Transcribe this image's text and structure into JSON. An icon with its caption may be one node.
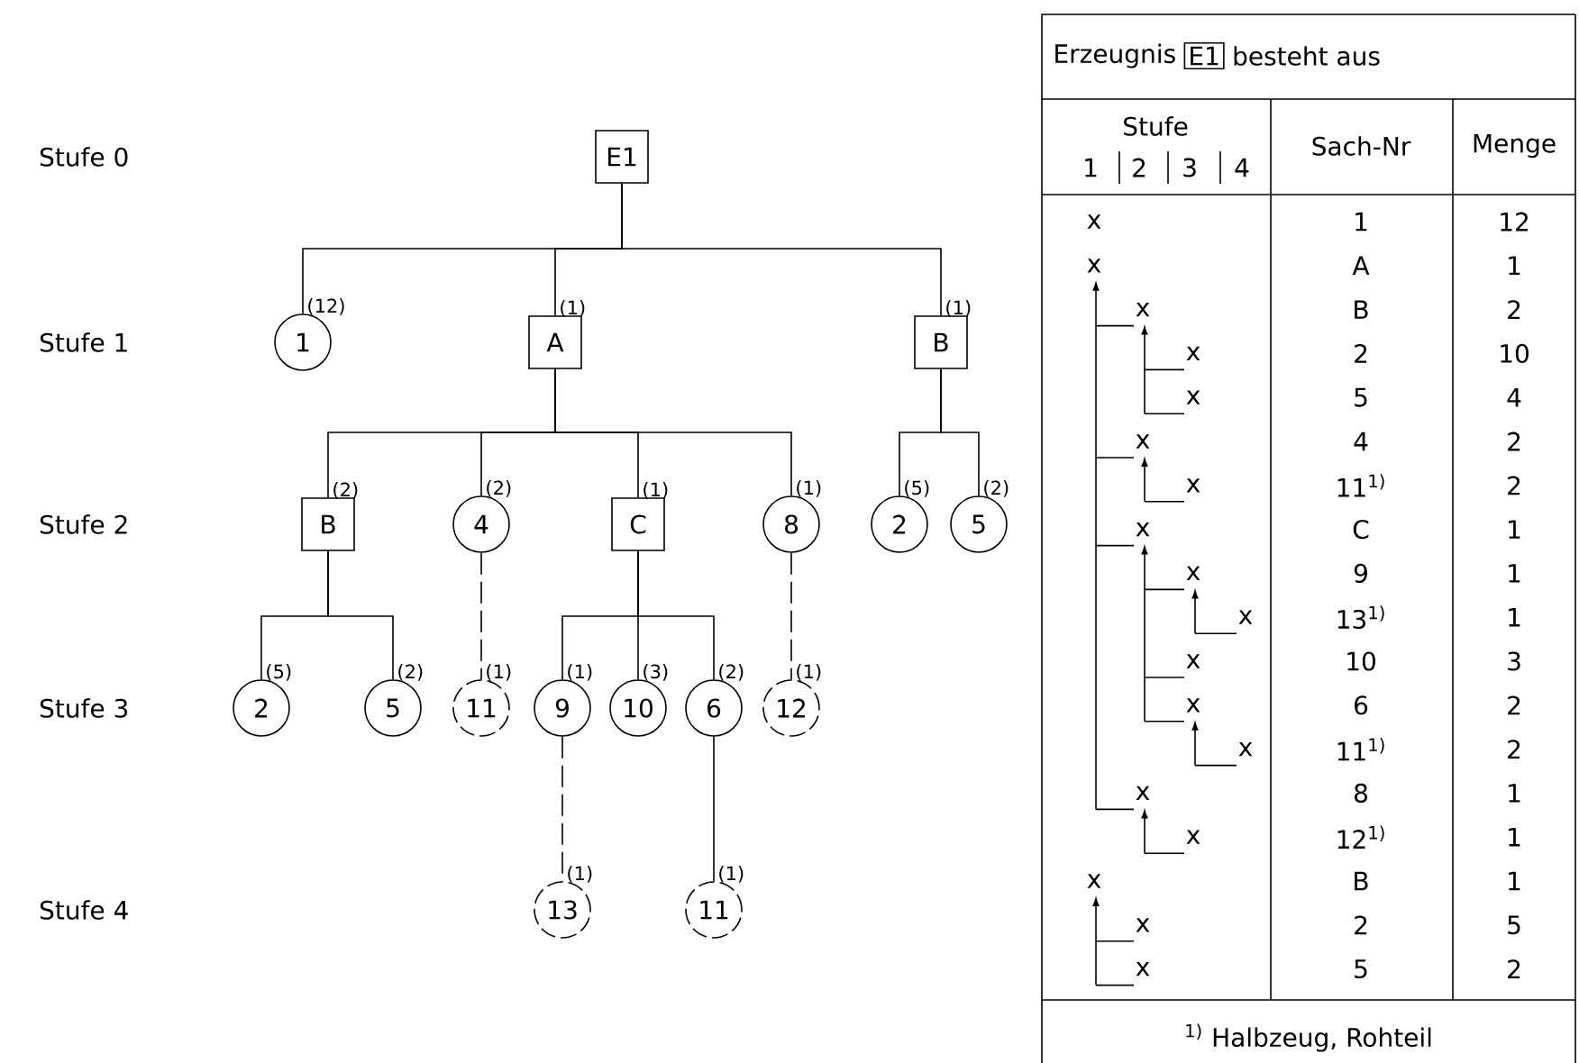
{
  "diagram": {
    "nodes": [
      {
        "text": [
          "E1"
        ]
      },
      {
        "text": [
          "1"
        ]
      },
      {
        "text": [
          "A"
        ]
      },
      {
        "text": [
          "B"
        ]
      },
      {
        "text": [
          "B"
        ]
      },
      {
        "text": [
          "4"
        ]
      },
      {
        "text": [
          "C"
        ]
      },
      {
        "text": [
          "8"
        ]
      },
      {
        "text": [
          "2"
        ]
      },
      {
        "text": [
          "5"
        ]
      },
      {
        "text": [
          "2"
        ]
      },
      {
        "text": [
          "5"
        ]
      },
      {
        "text": [
          "11"
        ]
      },
      {
        "text": [
          "9"
        ]
      },
      {
        "text": [
          "10"
        ]
      },
      {
        "text": [
          "6"
        ]
      },
      {
        "text": [
          "12"
        ]
      },
      {
        "text": [
          "13"
        ]
      },
      {
        "text": [
          "11"
        ]
      }
    ],
    "edges": [
      {
        "from": 0,
        "to": 1,
        "arrow": "none",
        "label": "(12)"
      },
      {
        "from": 0,
        "to": 2,
        "arrow": "none",
        "label": "(1)"
      },
      {
        "from": 0,
        "to": 3,
        "arrow": "none",
        "label": "(1)"
      },
      {
        "from": 2,
        "to": 4,
        "arrow": "none",
        "label": "(2)"
      },
      {
        "from": 2,
        "to": 5,
        "arrow": "none",
        "label": "(2)"
      },
      {
        "from": 2,
        "to": 6,
        "arrow": "none",
        "label": "(1)"
      },
      {
        "from": 2,
        "to": 7,
        "arrow": "none",
        "label": "(1)"
      },
      {
        "from": 3,
        "to": 8,
        "arrow": "none",
        "label": "(5)"
      },
      {
        "from": 3,
        "to": 9,
        "arrow": "none",
        "label": "(2)"
      },
      {
        "from": 4,
        "to": 10,
        "arrow": "none",
        "label": "(5)"
      },
      {
        "from": 4,
        "to": 11,
        "arrow": "none",
        "label": "(2)"
      },
      {
        "from": 5,
        "to": 12,
        "arrow": "none",
        "label": "(1)",
        "style": "dashed"
      },
      {
        "from": 6,
        "to": 13,
        "arrow": "none",
        "label": "(1)"
      },
      {
        "from": 6,
        "to": 14,
        "arrow": "none",
        "label": "(3)"
      },
      {
        "from": 6,
        "to": 15,
        "arrow": "none",
        "label": "(2)"
      },
      {
        "from": 7,
        "to": 16,
        "arrow": "none",
        "label": "(1)",
        "style": "dashed"
      },
      {
        "from": 13,
        "to": 17,
        "arrow": "none",
        "label": "(1)",
        "style": "dashed"
      },
      {
        "from": 15,
        "to": 18,
        "arrow": "none",
        "label": "(1)"
      }
    ],
    "labels": [
      "Stufe 0",
      "Stufe 1",
      "Stufe 2",
      "Stufe 3",
      "Stufe 4",
      "Erzeugnis",
      "E1",
      "besteht aus",
      "Stufe",
      "1",
      "2",
      "3",
      "4",
      "Sach-Nr",
      "Menge",
      "x",
      "1",
      "12",
      "x",
      "A",
      "1",
      "x",
      "B",
      "2",
      "x",
      "2",
      "10",
      "x",
      "5",
      "4",
      "x",
      "4",
      "2",
      "x",
      "11$^{1)}$",
      "2",
      "x",
      "C",
      "1",
      "x",
      "9",
      "1",
      "x",
      "13$^{1)}$",
      "1",
      "x",
      "10",
      "3",
      "x",
      "6",
      "2",
      "x",
      "11$^{1)}$",
      "2",
      "x",
      "8",
      "1",
      "x",
      "12$^{1)}$",
      "1",
      "x",
      "B",
      "1",
      "x",
      "2",
      "5",
      "x",
      "5",
      "2",
      "$^{1)}$ Halbzeug, Rohteil"
    ]
  }
}
